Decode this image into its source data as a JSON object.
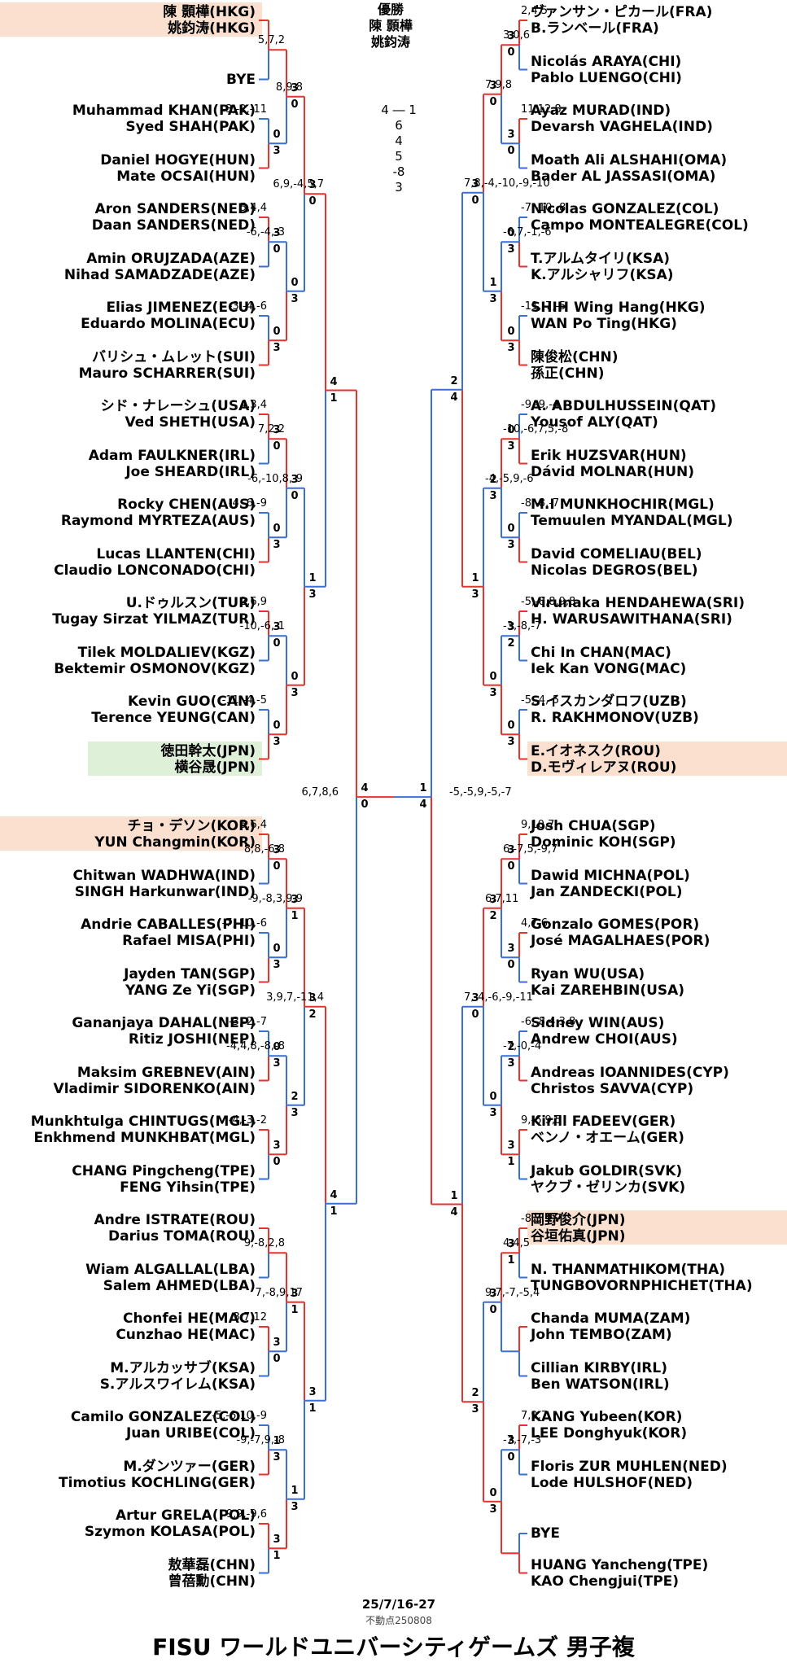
{
  "colors": {
    "win": "#e8322e",
    "lose": "#3a6fd8",
    "highlight_peach": "#fbe0d0",
    "highlight_green": "#dff0d8"
  },
  "champion": {
    "header": "優勝",
    "names": [
      "陳 顥樺",
      "姚鈞涛"
    ]
  },
  "final_scores": [
    "4 ― 1",
    "6",
    "4",
    "5",
    "-8",
    "3"
  ],
  "date": "25/7/16-27",
  "fixed_point": "不動点250808",
  "title": "FISU ワールドユニバーシティゲームズ 男子複",
  "quarters": [
    {
      "side": "left",
      "pairs": [
        [
          "陳 顥樺(HKG)",
          "姚鈞涛(HKG)"
        ],
        [
          "BYE"
        ],
        [
          "Muhammad KHAN(PAK)",
          "Syed SHAH(PAK)"
        ],
        [
          "Daniel HOGYE(HUN)",
          "Mate OCSAI(HUN)"
        ],
        [
          "Aron SANDERS(NED)",
          "Daan SANDERS(NED)"
        ],
        [
          "Amin ORUJZADA(AZE)",
          "Nihad SAMADZADE(AZE)"
        ],
        [
          "Elias JIMENEZ(ECU)",
          "Eduardo MOLINA(ECU)"
        ],
        [
          "バリシュ・ムレット(SUI)",
          "Mauro SCHARRER(SUI)"
        ],
        [
          "シド・ナレーシュ(USA)",
          "Ved SHETH(USA)"
        ],
        [
          "Adam FAULKNER(IRL)",
          "Joe SHEARD(IRL)"
        ],
        [
          "Rocky CHEN(AUS)",
          "Raymond MYRTEZA(AUS)"
        ],
        [
          "Lucas LLANTEN(CHI)",
          "Claudio LONCONADO(CHI)"
        ],
        [
          "U.ドゥルスン(TUR)",
          "Tugay Sirzat YILMAZ(TUR)"
        ],
        [
          "Tilek MOLDALIEV(KGZ)",
          "Bektemir OSMONOV(KGZ)"
        ],
        [
          "Kevin GUO(CAN)",
          "Terence YEUNG(CAN)"
        ],
        [
          "徳田幹太(JPN)",
          "横谷晟(JPN)"
        ]
      ],
      "highlights": [
        {
          "pair": 0,
          "color": "peach"
        },
        {
          "pair": 15,
          "color": "green"
        }
      ],
      "rounds": [
        [
          {
            "w": 0,
            "s": [
              "",
              ""
            ],
            "g": ""
          },
          {
            "w": 1,
            "s": [
              "0",
              "3"
            ],
            "g": "-3,-2,-11"
          },
          {
            "w": 0,
            "s": [
              "3",
              "0"
            ],
            "g": "5,4,4"
          },
          {
            "w": 1,
            "s": [
              "0",
              "3"
            ],
            "g": "-3,-4,-6"
          },
          {
            "w": 0,
            "s": [
              "3",
              "0"
            ],
            "g": "4,3,4"
          },
          {
            "w": 1,
            "s": [
              "0",
              "3"
            ],
            "g": "-4,-6,-9"
          },
          {
            "w": 0,
            "s": [
              "3",
              "0"
            ],
            "g": "2,6,9"
          },
          {
            "w": 1,
            "s": [
              "0",
              "3"
            ],
            "g": "-11,-4,-5"
          }
        ],
        [
          {
            "w": 0,
            "s": [
              "3",
              "0"
            ],
            "g": "5,7,2"
          },
          {
            "w": 1,
            "s": [
              "0",
              "3"
            ],
            "g": "-6,-4,-3"
          },
          {
            "w": 0,
            "s": [
              "3",
              "0"
            ],
            "g": "7,2,2"
          },
          {
            "w": 1,
            "s": [
              "0",
              "3"
            ],
            "g": "-10,-6,-1"
          }
        ],
        [
          {
            "w": 0,
            "s": [
              "3",
              "0"
            ],
            "g": "8,9,8"
          },
          {
            "w": 1,
            "s": [
              "1",
              "3"
            ],
            "g": "-6,-10,8,-9"
          }
        ],
        [
          {
            "w": 0,
            "s": [
              "4",
              "1"
            ],
            "g": "6,9,-4,5,7"
          }
        ]
      ]
    },
    {
      "side": "left",
      "pairs": [
        [
          "チョ・デソン(KOR)",
          "YUN Changmin(KOR)"
        ],
        [
          "Chitwan WADHWA(IND)",
          "SINGH Harkunwar(IND)"
        ],
        [
          "Andrie CABALLES(PHI)",
          "Rafael MISA(PHI)"
        ],
        [
          "Jayden TAN(SGP)",
          "YANG Ze Yi(SGP)"
        ],
        [
          "Gananjaya DAHAL(NEP)",
          "Ritiz JOSHI(NEP)"
        ],
        [
          "Maksim GREBNEV(AIN)",
          "Vladimir SIDORENKO(AIN)"
        ],
        [
          "Munkhtulga CHINTUGS(MGL)",
          "Enkhmend MUNKHBAT(MGL)"
        ],
        [
          "CHANG Pingcheng(TPE)",
          "FENG Yihsin(TPE)"
        ],
        [
          "Andre ISTRATE(ROU)",
          "Darius TOMA(ROU)"
        ],
        [
          "Wiam ALGALLAL(LBA)",
          "Salem AHMED(LBA)"
        ],
        [
          "Chonfei HE(MAC)",
          "Cunzhao HE(MAC)"
        ],
        [
          "M.アルカッサブ(KSA)",
          "S.アルスワイレム(KSA)"
        ],
        [
          "Camilo GONZALEZ(COL)",
          "Juan URIBE(COL)"
        ],
        [
          "M.ダンツァー(GER)",
          "Timotius KOCHLING(GER)"
        ],
        [
          "Artur GRELA(POL)",
          "Szymon KOLASA(POL)"
        ],
        [
          "敖華磊(CHN)",
          "曾蓓勳(CHN)"
        ]
      ],
      "highlights": [
        {
          "pair": 0,
          "color": "peach"
        }
      ],
      "rounds": [
        [
          {
            "w": 0,
            "s": [
              "3",
              "0"
            ],
            "g": "5,6,4"
          },
          {
            "w": 1,
            "s": [
              "0",
              "3"
            ],
            "g": "-7,-10,-6"
          },
          {
            "w": 1,
            "s": [
              "0",
              "3"
            ],
            "g": "-3,-2,-7"
          },
          {
            "w": 0,
            "s": [
              "3",
              "0"
            ],
            "g": "-4,-3,-2"
          },
          {
            "w": 0,
            "s": [
              "",
              ""
            ],
            "g": ""
          },
          {
            "w": 0,
            "s": [
              "3",
              "0"
            ],
            "g": "3,7,12"
          },
          {
            "w": 1,
            "s": [
              "1",
              "3"
            ],
            "g": "-5,-6,10,-9"
          },
          {
            "w": 0,
            "s": [
              "3",
              "1"
            ],
            "g": "9,9,-9,6"
          }
        ],
        [
          {
            "w": 0,
            "s": [
              "3",
              "1"
            ],
            "g": "8,8,-6,8"
          },
          {
            "w": 1,
            "s": [
              "2",
              "3"
            ],
            "g": "-4,4,8,-8,-8"
          },
          {
            "w": 0,
            "s": [
              "3",
              "1"
            ],
            "g": "9,-8,2,8"
          },
          {
            "w": 1,
            "s": [
              "1",
              "3"
            ],
            "g": "-9,-7,9,-8"
          }
        ],
        [
          {
            "w": 0,
            "s": [
              "3",
              "2"
            ],
            "g": "-9,-8,3,9,9"
          },
          {
            "w": 0,
            "s": [
              "3",
              "1"
            ],
            "g": "7,-8,9,17"
          }
        ],
        [
          {
            "w": 0,
            "s": [
              "4",
              "1"
            ],
            "g": "3,9,7,-11,4"
          }
        ]
      ]
    },
    {
      "side": "right",
      "pairs": [
        [
          "ヴァンサン・ピカール(FRA)",
          "B.ランベール(FRA)"
        ],
        [
          "Nicolás ARAYA(CHI)",
          "Pablo LUENGO(CHI)"
        ],
        [
          "Ayaz MURAD(IND)",
          "Devarsh VAGHELA(IND)"
        ],
        [
          "Moath Ali ALSHAHI(OMA)",
          "Bader AL JASSASI(OMA)"
        ],
        [
          "Nicolas GONZALEZ(COL)",
          "Campo MONTEALEGRE(COL)"
        ],
        [
          "T.アルムタイリ(KSA)",
          "K.アルシャリフ(KSA)"
        ],
        [
          "SHIH Wing Hang(HKG)",
          "WAN Po Ting(HKG)"
        ],
        [
          "陳俊松(CHN)",
          "孫正(CHN)"
        ],
        [
          "A. ABDULHUSSEIN(QAT)",
          "Yousof ALY(QAT)"
        ],
        [
          "Erik HUZSVAR(HUN)",
          "Dávid MOLNAR(HUN)"
        ],
        [
          "M.I MUNKHOCHIR(MGL)",
          "Temuulen MYANDAL(MGL)"
        ],
        [
          "David COMELIAU(BEL)",
          "Nicolas DEGROS(BEL)"
        ],
        [
          "Virunaka HENDAHEWA(SRI)",
          "H. WARUSAWITHANA(SRI)"
        ],
        [
          "Chi In CHAN(MAC)",
          "Iek Kan VONG(MAC)"
        ],
        [
          "S.イスカンダロフ(UZB)",
          "R. RAKHMONOV(UZB)"
        ],
        [
          "E.イオネスク(ROU)",
          "D.モヴィレアヌ(ROU)"
        ]
      ],
      "highlights": [
        {
          "pair": 15,
          "color": "peach"
        }
      ],
      "rounds": [
        [
          {
            "w": 0,
            "s": [
              "3",
              "0"
            ],
            "g": "2,4,5"
          },
          {
            "w": 0,
            "s": [
              "3",
              "0"
            ],
            "g": "11,12,8"
          },
          {
            "w": 1,
            "s": [
              "0",
              "3"
            ],
            "g": "-7,-10,-8"
          },
          {
            "w": 1,
            "s": [
              "0",
              "3"
            ],
            "g": "-11,-7,-5"
          },
          {
            "w": 1,
            "s": [
              "0",
              "3"
            ],
            "g": "-9,-9,-4"
          },
          {
            "w": 1,
            "s": [
              "0",
              "3"
            ],
            "g": "-8,-8,-7"
          },
          {
            "w": 0,
            "s": [
              "3",
              "2"
            ],
            "g": "-5,-8,8,9,8"
          },
          {
            "w": 1,
            "s": [
              "0",
              "3"
            ],
            "g": "-5,-4,-5"
          }
        ],
        [
          {
            "w": 0,
            "s": [
              "3",
              "0"
            ],
            "g": "3,0,6"
          },
          {
            "w": 1,
            "s": [
              "1",
              "3"
            ],
            "g": "-6,7,-1,-6"
          },
          {
            "w": 0,
            "s": [
              "2",
              "3"
            ],
            "g": "-10,-6,7,5,-8"
          },
          {
            "w": 1,
            "s": [
              "0",
              "3"
            ],
            "g": "-3,-8,-7"
          }
        ],
        [
          {
            "w": 0,
            "s": [
              "3",
              "0"
            ],
            "g": "7,9,8"
          },
          {
            "w": 1,
            "s": [
              "1",
              "3"
            ],
            "g": "-4,-5,9,-6"
          }
        ],
        [
          {
            "w": 1,
            "s": [
              "2",
              "4"
            ],
            "g": "7,8,-4,-10,-9,-10"
          }
        ]
      ]
    },
    {
      "side": "right",
      "pairs": [
        [
          "Josh CHUA(SGP)",
          "Dominic KOH(SGP)"
        ],
        [
          "Dawid MICHNA(POL)",
          "Jan ZANDECKI(POL)"
        ],
        [
          "Gonzalo GOMES(POR)",
          "José MAGALHAES(POR)"
        ],
        [
          "Ryan WU(USA)",
          "Kai ZAREHBIN(USA)"
        ],
        [
          "Sidney WIN(AUS)",
          "Andrew CHOI(AUS)"
        ],
        [
          "Andreas IOANNIDES(CYP)",
          "Christos SAVVA(CYP)"
        ],
        [
          "Kirill FADEEV(GER)",
          "ベンノ・オエーム(GER)"
        ],
        [
          "Jakub GOLDIR(SVK)",
          "ヤクブ・ゼリンカ(SVK)"
        ],
        [
          "岡野俊介(JPN)",
          "谷垣佑真(JPN)"
        ],
        [
          "N. THANMATHIKOM(THA)",
          "TUNGBOVORNPHICHET(THA)"
        ],
        [
          "Chanda MUMA(ZAM)",
          "John TEMBO(ZAM)"
        ],
        [
          "Cillian KIRBY(IRL)",
          "Ben WATSON(IRL)"
        ],
        [
          "KANG Yubeen(KOR)",
          "LEE Donghyuk(KOR)"
        ],
        [
          "Floris ZUR MUHLEN(NED)",
          "Lode HULSHOF(NED)"
        ],
        [
          "BYE"
        ],
        [
          "HUANG Yancheng(TPE)",
          "KAO Chengjui(TPE)"
        ]
      ],
      "highlights": [
        {
          "pair": 8,
          "color": "peach"
        }
      ],
      "rounds": [
        [
          {
            "w": 0,
            "s": [
              "3",
              "0"
            ],
            "g": "9,10,7"
          },
          {
            "w": 0,
            "s": [
              "3",
              "0"
            ],
            "g": "4,7,6"
          },
          {
            "w": 1,
            "s": [
              "2",
              "3"
            ],
            "g": "-6,-8,4,3,8"
          },
          {
            "w": 0,
            "s": [
              "3",
              "1"
            ],
            "g": "9,-6,9,5"
          },
          {
            "w": 0,
            "s": [
              "3",
              "1"
            ],
            "g": "-8,3,9,7"
          },
          {
            "w": 0,
            "s": [
              "",
              ""
            ],
            "g": ""
          },
          {
            "w": 0,
            "s": [
              "3",
              "0"
            ],
            "g": "7,9,7"
          },
          {
            "w": 1,
            "s": [
              "",
              ""
            ],
            "g": ""
          }
        ],
        [
          {
            "w": 0,
            "s": [
              "3",
              "2"
            ],
            "g": "6,-7,5,-9,7"
          },
          {
            "w": 1,
            "s": [
              "0",
              "3"
            ],
            "g": "-7,-0,-4"
          },
          {
            "w": 0,
            "s": [
              "3",
              "0"
            ],
            "g": "4,4,5"
          },
          {
            "w": 1,
            "s": [
              "0",
              "3"
            ],
            "g": "-7,-7,-3"
          }
        ],
        [
          {
            "w": 0,
            "s": [
              "3",
              "0"
            ],
            "g": "6,7,11"
          },
          {
            "w": 1,
            "s": [
              "2",
              "3"
            ],
            "g": "9,7,-7,-5,4"
          }
        ],
        [
          {
            "w": 1,
            "s": [
              "1",
              "4"
            ],
            "g": "7,-4,-6,-9,-11"
          }
        ]
      ]
    }
  ],
  "semis": [
    {
      "side": "left",
      "w": 0,
      "s": [
        "4",
        "0"
      ],
      "g": "6,7,8,6"
    },
    {
      "side": "right",
      "w": 1,
      "s": [
        "1",
        "4"
      ],
      "g": "-5,-5,9,-5,-7"
    }
  ]
}
